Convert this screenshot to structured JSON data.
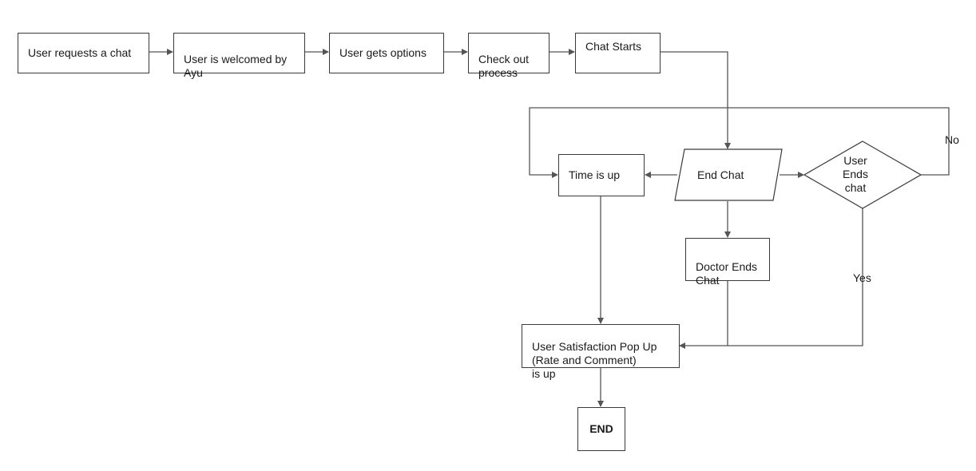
{
  "nodes": {
    "request": "User requests a chat",
    "welcome": "User is welcomed by\nAyu",
    "options": "User gets options",
    "checkout": "Check out\nprocess",
    "chat_starts": "Chat Starts",
    "time_up": "Time is up",
    "end_chat": "End Chat",
    "user_ends": "User\nEnds\nchat",
    "doctor_ends": "Doctor Ends\nChat",
    "satisfaction": "User Satisfaction Pop Up\n(Rate and Comment)\n is up",
    "end": "END"
  },
  "edge_labels": {
    "no": "No",
    "yes": "Yes"
  }
}
